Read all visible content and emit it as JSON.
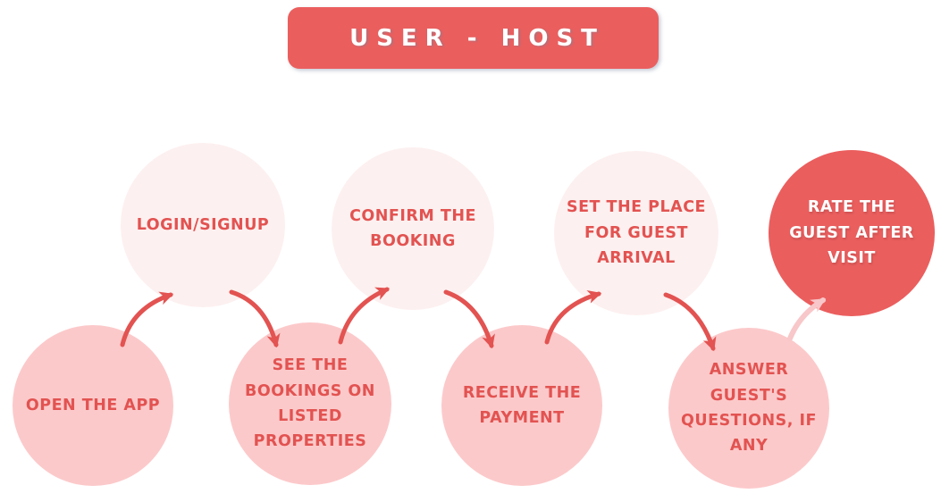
{
  "header": {
    "title": "USER - HOST"
  },
  "colors": {
    "accent_red": "#eb5e5e",
    "pink": "#fcc9ca",
    "light_pink": "#fdf0f0",
    "text_red": "#e25351",
    "arrow_red": "#e25351",
    "arrow_light": "#f8c7c9",
    "text_white": "#ffffff"
  },
  "flow": {
    "steps": [
      {
        "id": "open-the-app",
        "label": "OPEN THE APP",
        "variant": "pink",
        "row": "bottom"
      },
      {
        "id": "login-signup",
        "label": "LOGIN/SIGNUP",
        "variant": "light",
        "row": "top"
      },
      {
        "id": "see-the-bookings",
        "label": "SEE THE\nBOOKINGS ON\nLISTED\nPROPERTIES",
        "variant": "pink",
        "row": "bottom"
      },
      {
        "id": "confirm-the-booking",
        "label": "CONFIRM THE\nBOOKING",
        "variant": "light",
        "row": "top"
      },
      {
        "id": "receive-the-payment",
        "label": "RECEIVE THE\nPAYMENT",
        "variant": "pink",
        "row": "bottom"
      },
      {
        "id": "set-the-place",
        "label": "SET THE PLACE\nFOR GUEST\nARRIVAL",
        "variant": "light",
        "row": "top"
      },
      {
        "id": "answer-questions",
        "label": "ANSWER GUEST'S\nQUESTIONS, IF\nANY",
        "variant": "pink",
        "row": "bottom"
      },
      {
        "id": "rate-the-guest",
        "label": "RATE THE\nGUEST AFTER\nVISIT",
        "variant": "dark",
        "row": "top"
      }
    ],
    "connections": [
      {
        "from": "open-the-app",
        "to": "login-signup",
        "style": "red"
      },
      {
        "from": "login-signup",
        "to": "see-the-bookings",
        "style": "red"
      },
      {
        "from": "see-the-bookings",
        "to": "confirm-the-booking",
        "style": "red"
      },
      {
        "from": "confirm-the-booking",
        "to": "receive-the-payment",
        "style": "red"
      },
      {
        "from": "receive-the-payment",
        "to": "set-the-place",
        "style": "red"
      },
      {
        "from": "set-the-place",
        "to": "answer-questions",
        "style": "red"
      },
      {
        "from": "answer-questions",
        "to": "rate-the-guest",
        "style": "light"
      }
    ]
  }
}
